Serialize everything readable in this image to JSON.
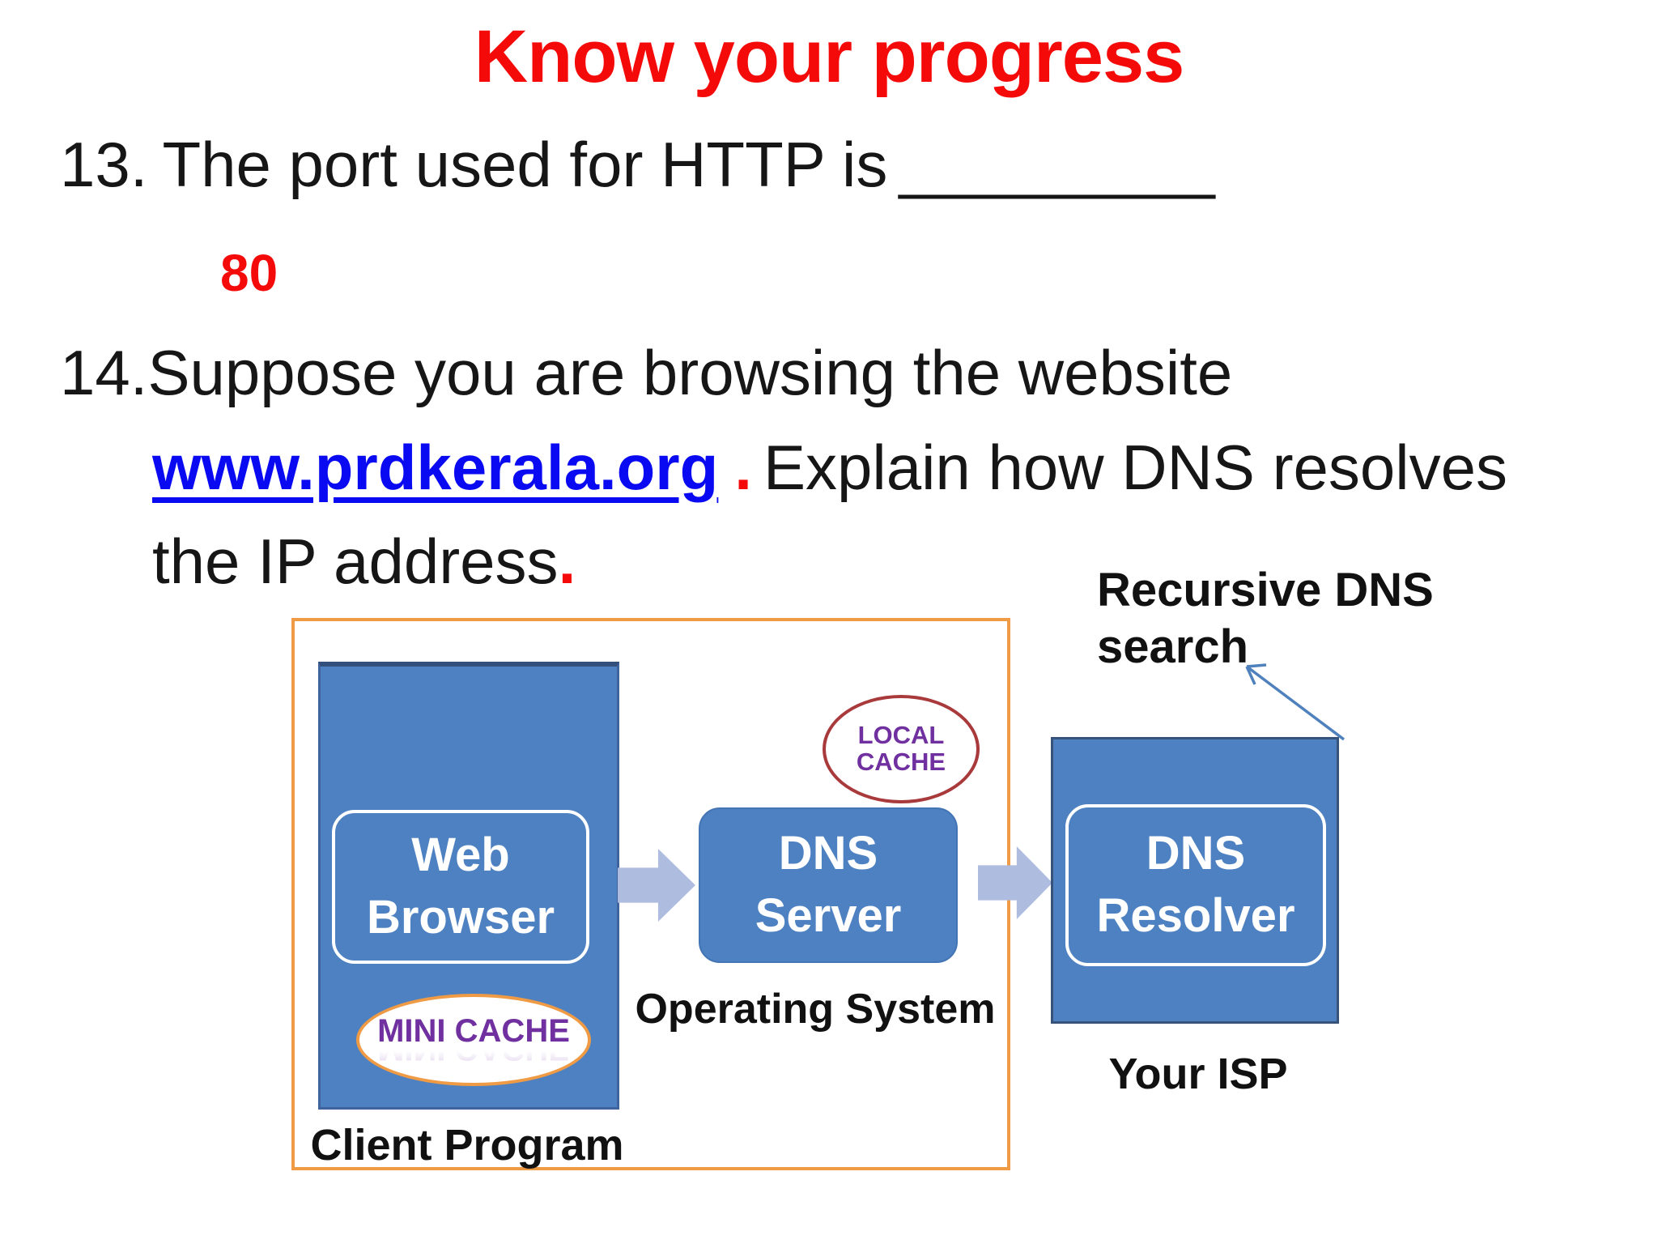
{
  "slide": {
    "title": "Know your progress",
    "q13": {
      "number": "13.",
      "text": "The port used for HTTP is",
      "blank": "_________",
      "answer": "80"
    },
    "q14": {
      "number": "14.",
      "line1": "Suppose you are browsing the website",
      "link": "www.prdkerala.org",
      "separator": ".",
      "line2_rest": "Explain how DNS resolves",
      "line3": "the IP address",
      "line3_period": "."
    }
  },
  "diagram": {
    "client_program_label": "Client Program",
    "web_browser_label": "Web Browser",
    "mini_cache_label": "MINI CACHE",
    "dns_server_label": "DNS Server",
    "local_cache_label": "LOCAL CACHE",
    "operating_system_label": "Operating System",
    "dns_resolver_label": "DNS Resolver",
    "isp_label": "Your ISP",
    "recursive_dns_label": "Recursive DNS\nsearch"
  },
  "colors": {
    "accent_red": "#f50a0a",
    "link_blue": "#0a0af2",
    "box_blue": "#4e81c1",
    "box_border_navy": "#37537a",
    "arrow_fill": "#aebce0",
    "frame_orange": "#ef9b45",
    "cache_purple": "#7030a0",
    "local_cache_ring": "#a93a3c",
    "thin_arrow_blue": "#4f81bd",
    "text_black": "#161616"
  }
}
